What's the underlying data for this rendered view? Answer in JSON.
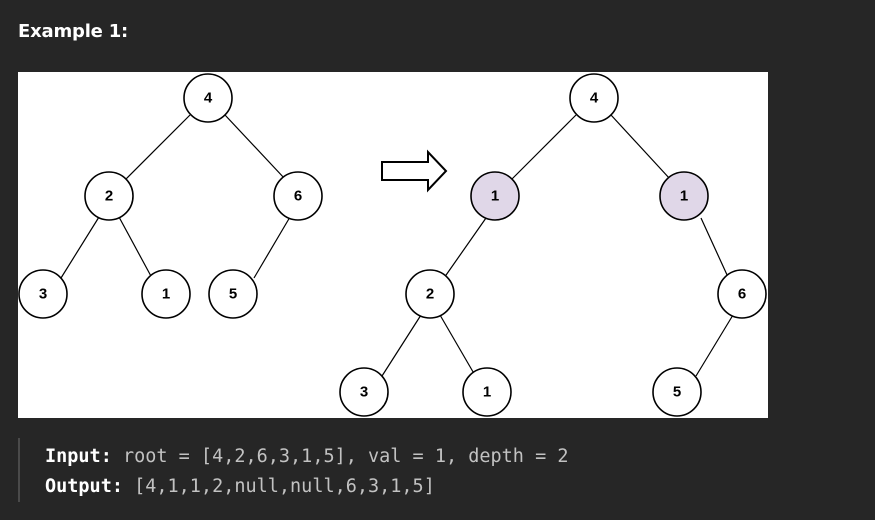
{
  "heading": "Example 1:",
  "diagram": {
    "before_tree": {
      "root": "4",
      "left": "2",
      "right": "6",
      "left_left": "3",
      "left_right": "1",
      "right_left": "5"
    },
    "after_tree": {
      "root": "4",
      "new_left": "1",
      "new_right": "1",
      "left": "2",
      "right": "6",
      "left_left": "3",
      "left_right": "1",
      "right_left": "5"
    },
    "colors": {
      "node_fill": "#ffffff",
      "added_node_fill": "#e0d7e8",
      "stroke": "#000000"
    },
    "arrow_icon": "right-arrow-icon"
  },
  "example": {
    "input_label": "Input:",
    "input_value": "root = [4,2,6,3,1,5], val = 1, depth = 2",
    "output_label": "Output:",
    "output_value": "[4,1,1,2,null,null,6,3,1,5]"
  }
}
